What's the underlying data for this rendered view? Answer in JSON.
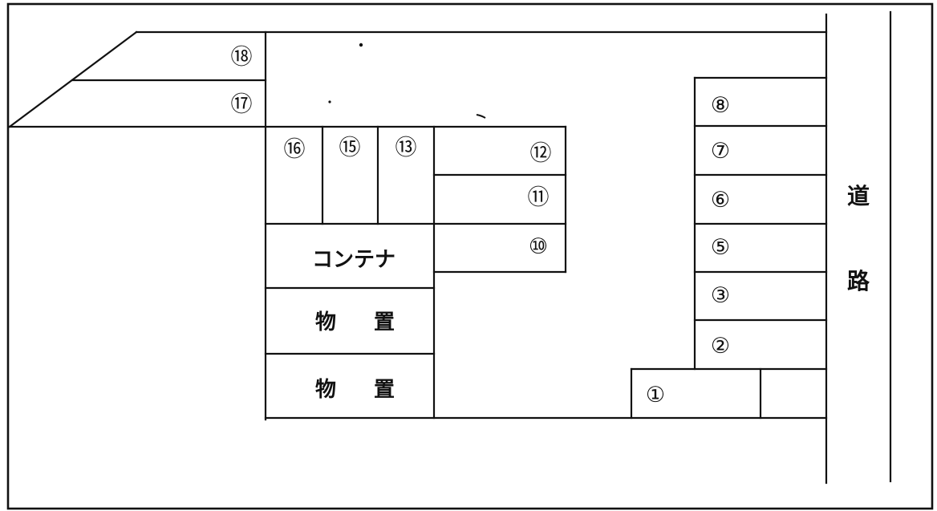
{
  "diagram": {
    "type": "parking-lot-layout",
    "colors": {
      "line": "#111111",
      "background": "#ffffff"
    },
    "road_label": {
      "char1": "道",
      "char2": "路"
    },
    "spaces": {
      "s1": "①",
      "s2": "②",
      "s3": "③",
      "s5": "⑤",
      "s6": "⑥",
      "s7": "⑦",
      "s8": "⑧",
      "s10": "⑩",
      "s11": "⑪",
      "s12": "⑫",
      "s13": "⑬",
      "s15": "⑮",
      "s16": "⑯",
      "s17": "⑰",
      "s18": "⑱"
    },
    "structures": {
      "container": "コンテナ",
      "storage_1": {
        "char1": "物",
        "char2": "置"
      },
      "storage_2": {
        "char1": "物",
        "char2": "置"
      }
    }
  }
}
